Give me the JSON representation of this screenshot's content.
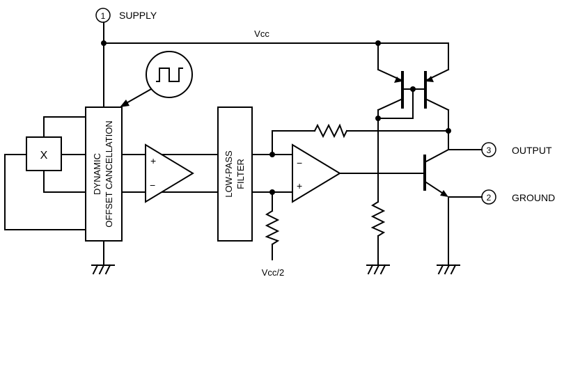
{
  "pins": {
    "supply": {
      "number": "1",
      "label": "SUPPLY"
    },
    "output": {
      "number": "3",
      "label": "OUTPUT"
    },
    "ground": {
      "number": "2",
      "label": "GROUND"
    }
  },
  "nets": {
    "vcc": "Vcc",
    "vcc_half": "Vcc/2"
  },
  "blocks": {
    "hall_element": "X",
    "offset_line1": "DYNAMIC",
    "offset_line2": "OFFSET CANCELLATION",
    "filter_line1": "LOW-PASS",
    "filter_line2": "FILTER"
  },
  "amplifier": {
    "plus": "+",
    "minus": "−"
  },
  "comparator": {
    "plus": "+",
    "minus": "−"
  },
  "icons": [
    "clock-square-wave-icon",
    "ground-icon",
    "resistor-icon",
    "pnp-transistor-icon",
    "npn-transistor-icon"
  ]
}
